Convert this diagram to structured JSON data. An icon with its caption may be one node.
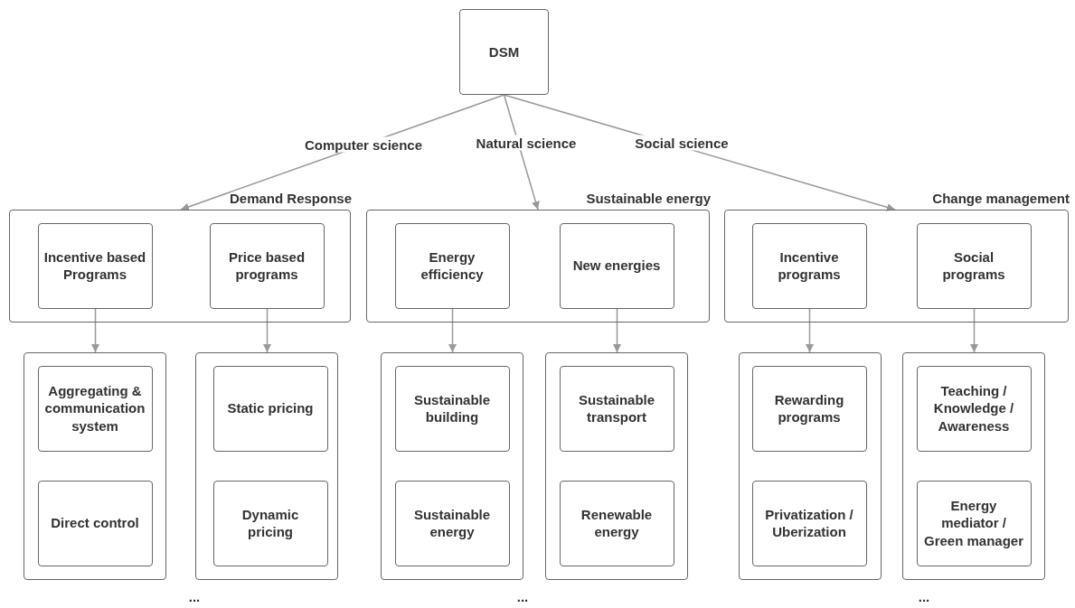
{
  "diagram": {
    "nodes": [
      {
        "text": [
          "DSM"
        ]
      },
      {
        "text": [
          "Demand Response"
        ]
      },
      {
        "text": [
          "Incentive based Programs"
        ],
        "in": 1
      },
      {
        "text": [
          "Price based programs"
        ],
        "in": 1
      },
      {
        "text": [
          "Sustainable energy"
        ]
      },
      {
        "text": [
          "Energy efficiency"
        ],
        "in": 4
      },
      {
        "text": [
          "New energies"
        ],
        "in": 4
      },
      {
        "text": [
          "Change management"
        ]
      },
      {
        "text": [
          "Incentive programs"
        ],
        "in": 7
      },
      {
        "text": [
          "Social programs"
        ],
        "in": 7
      },
      {
        "text": [],
        "shape": "box"
      },
      {
        "text": [
          "Aggregating & communication system"
        ],
        "in": 10
      },
      {
        "text": [
          "Direct control"
        ],
        "in": 10
      },
      {
        "text": [],
        "shape": "box"
      },
      {
        "text": [
          "Static pricing"
        ],
        "in": 13
      },
      {
        "text": [
          "Dynamic pricing"
        ],
        "in": 13
      },
      {
        "text": [],
        "shape": "box"
      },
      {
        "text": [
          "Sustainable building"
        ],
        "in": 16
      },
      {
        "text": [
          "Sustainable energy"
        ],
        "in": 16
      },
      {
        "text": [],
        "shape": "box"
      },
      {
        "text": [
          "Sustainable transport"
        ],
        "in": 19
      },
      {
        "text": [
          "Renewable energy"
        ],
        "in": 19
      },
      {
        "text": [],
        "shape": "box"
      },
      {
        "text": [
          "Rewarding programs"
        ],
        "in": 22
      },
      {
        "text": [
          "Privatization / Uberization"
        ],
        "in": 22
      },
      {
        "text": [],
        "shape": "box"
      },
      {
        "text": [
          "Teaching / Knowledge / Awareness"
        ],
        "in": 25
      },
      {
        "text": [
          "Energy mediator / Green manager"
        ],
        "in": 25
      }
    ],
    "edges": [
      {
        "from": 0,
        "to": 1,
        "arrow": "to",
        "label": "Computer science"
      },
      {
        "from": 0,
        "to": 4,
        "arrow": "to",
        "label": "Natural science"
      },
      {
        "from": 0,
        "to": 7,
        "arrow": "to",
        "label": "Social science"
      },
      {
        "from": 2,
        "to": 10,
        "arrow": "to"
      },
      {
        "from": 3,
        "to": 13,
        "arrow": "to"
      },
      {
        "from": 5,
        "to": 16,
        "arrow": "to"
      },
      {
        "from": 6,
        "to": 19,
        "arrow": "to"
      },
      {
        "from": 8,
        "to": 22,
        "arrow": "to"
      },
      {
        "from": 9,
        "to": 25,
        "arrow": "to"
      }
    ],
    "labels": [
      "...",
      "...",
      "..."
    ]
  }
}
